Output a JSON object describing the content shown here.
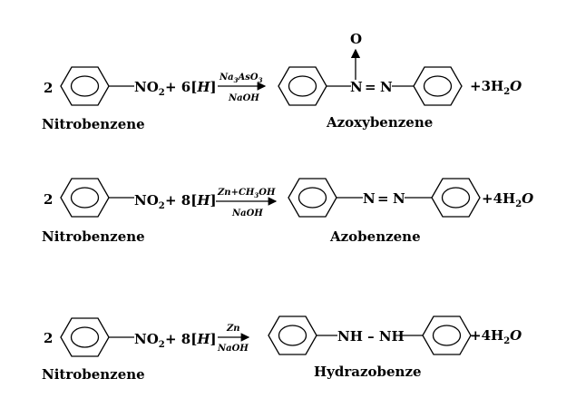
{
  "reactions": [
    {
      "coef": "2",
      "nitro": "NO",
      "nitro_sub": "2",
      "plus_h": "+ 6[",
      "h": "H",
      "close": "]",
      "reagent_top_a": "Na",
      "reagent_top_b": "3",
      "reagent_top_c": "AsO",
      "reagent_top_d": "3",
      "reagent_bottom": "NaOH",
      "oxygen": "O",
      "azo_n1": "N",
      "azo_eq": "=",
      "azo_n2": "N",
      "water_a": "+3H",
      "water_sub": "2",
      "water_o": "O",
      "reactant_name": "Nitrobenzene",
      "product_name": "Azoxybenzene"
    },
    {
      "coef": "2",
      "nitro": "NO",
      "nitro_sub": "2",
      "plus_h": "+ 8[",
      "h": "H",
      "close": "]",
      "reagent_top_a": "Zn+CH",
      "reagent_top_b": "3",
      "reagent_top_c": "OH",
      "reagent_bottom": "NaOH",
      "azo_n1": "N",
      "azo_eq": "=",
      "azo_n2": "N",
      "water_a": "+4H",
      "water_sub": "2",
      "water_o": "O",
      "reactant_name": "Nitrobenzene",
      "product_name": "Azobenzene"
    },
    {
      "coef": "2",
      "nitro": "NO",
      "nitro_sub": "2",
      "plus_h": "+ 8[",
      "h": "H",
      "close": "]",
      "reagent_top_a": "Zn",
      "reagent_bottom": "NaOH",
      "hydrazo": "NH – NH",
      "water_a": "+4H",
      "water_sub": "2",
      "water_o": "O",
      "reactant_name": "Nitrobenzene",
      "product_name": "Hydrazobenze"
    }
  ]
}
